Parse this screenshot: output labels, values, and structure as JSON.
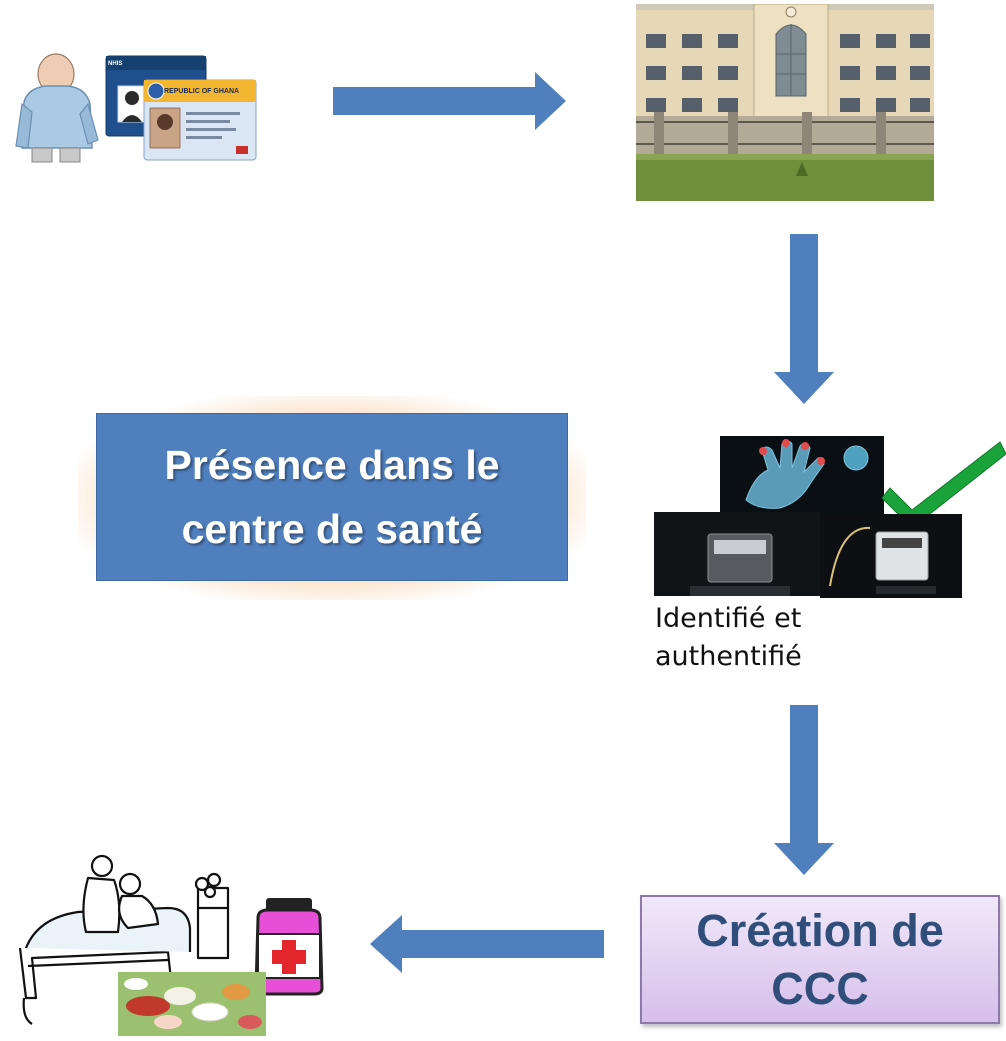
{
  "presence_box": {
    "line1": "Présence dans le",
    "line2": "centre de santé"
  },
  "caption": {
    "line1": "Identifié et",
    "line2": "authentifié"
  },
  "ccc_box": {
    "line1": "Création de",
    "line2": "CCC"
  },
  "nhis_card": {
    "front_heading": "REPUBLIC OF GHANA",
    "back_logo": "NHIS"
  },
  "colors": {
    "arrow": "#4f7fbd",
    "presence_box": "#4f7fbd",
    "presence_glow": "#e4a15a",
    "ccc_box": "#e2d2f0",
    "ccc_text": "#2f4f7a",
    "checkmark": "#1aa33a"
  },
  "icons": [
    "patient-figure-icon",
    "id-card-icon",
    "hospital-building-image",
    "fingerprint-hand-image",
    "card-reader-image",
    "checkmark-icon",
    "hospital-bed-icon",
    "medicine-jar-icon",
    "pills-image"
  ]
}
